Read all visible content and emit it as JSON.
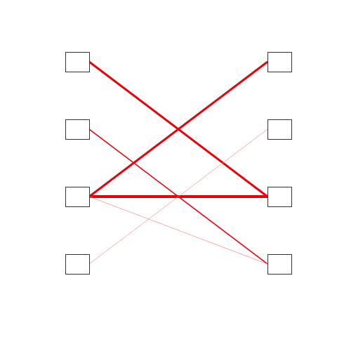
{
  "diagram": {
    "type": "bipartite-graph",
    "colors": {
      "background": "#ffffff",
      "node_stroke": "#333333",
      "node_fill": "#ffffff",
      "edge": "#e8000b",
      "edge_light": "#f28b8b"
    },
    "left_nodes": [
      {
        "id": "L1",
        "label": ""
      },
      {
        "id": "L2",
        "label": ""
      },
      {
        "id": "L3",
        "label": ""
      },
      {
        "id": "L4",
        "label": ""
      }
    ],
    "right_nodes": [
      {
        "id": "R1",
        "label": ""
      },
      {
        "id": "R2",
        "label": ""
      },
      {
        "id": "R3",
        "label": ""
      },
      {
        "id": "R4",
        "label": ""
      }
    ],
    "edges": [
      {
        "from": "L1",
        "to": "R3",
        "weight": 3
      },
      {
        "from": "L3",
        "to": "R1",
        "weight": 3
      },
      {
        "from": "L3",
        "to": "R3",
        "weight": 4
      },
      {
        "from": "L2",
        "to": "R4",
        "weight": 1.5
      },
      {
        "from": "L3",
        "to": "R4",
        "weight": 0.8
      },
      {
        "from": "L4",
        "to": "R2",
        "weight": 0.6
      }
    ]
  }
}
